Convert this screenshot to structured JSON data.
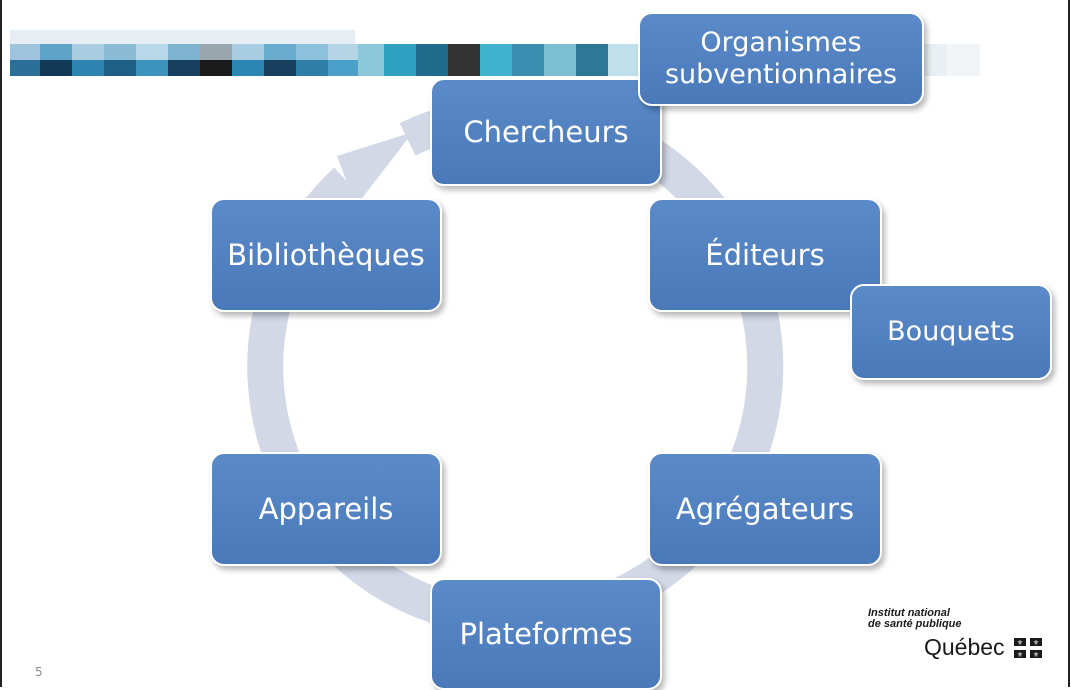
{
  "diagram": {
    "nodes": {
      "chercheurs": "Chercheurs",
      "organismes": "Organismes subventionnaires",
      "bibliotheques": "Bibliothèques",
      "editeurs": "Éditeurs",
      "bouquets": "Bouquets",
      "appareils": "Appareils",
      "agregateurs": "Agrégateurs",
      "plateformes": "Plateformes"
    }
  },
  "footer": {
    "page_number": "5",
    "logo_line1": "Institut national",
    "logo_line2": "de santé publique",
    "logo_word": "Québec"
  },
  "colors": {
    "node_fill": "#4f81bd",
    "ring": "#d2d8e6",
    "band_palette": [
      "#1c3f5e",
      "#2d7fa6",
      "#9bc6dc",
      "#333333",
      "#2fa4c0"
    ]
  }
}
